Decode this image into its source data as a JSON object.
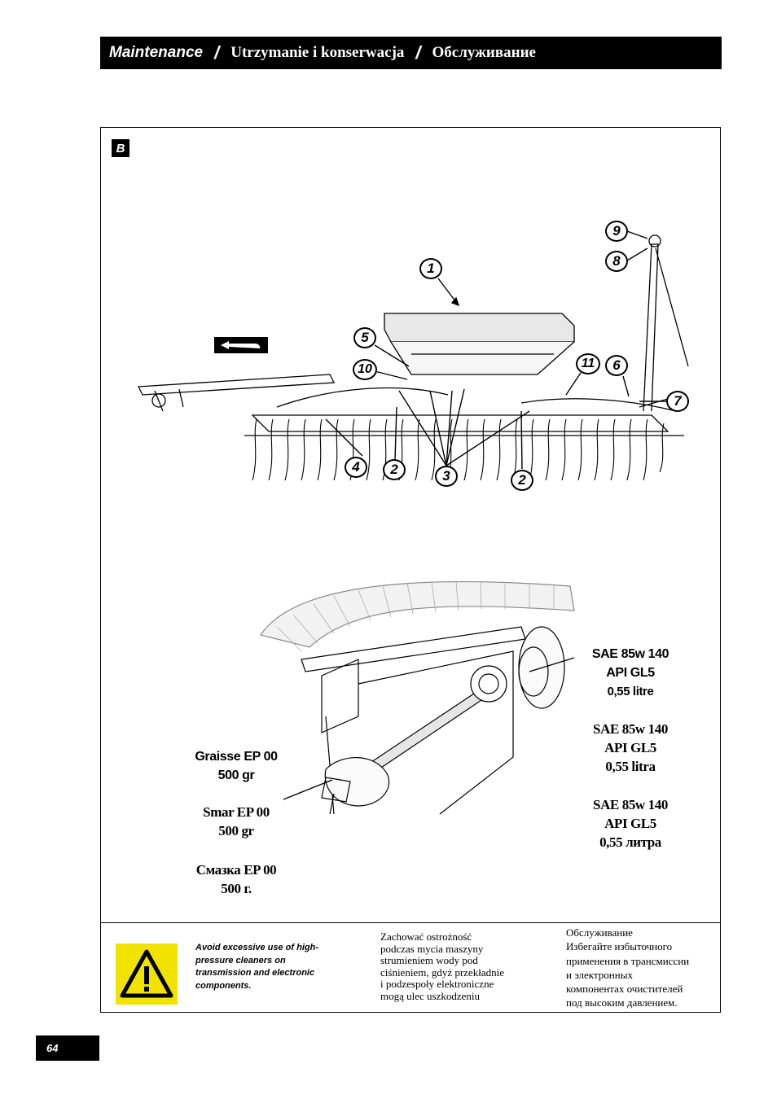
{
  "header": {
    "title_en": "Maintenance",
    "separator": "/",
    "title_pl": "Utrzymanie i konserwacja",
    "title_ru": "Обслуживание"
  },
  "section_label": "B",
  "callouts": [
    "1",
    "2",
    "3",
    "4",
    "5",
    "6",
    "7",
    "8",
    "9",
    "10",
    "11",
    "2"
  ],
  "specs": {
    "gearbox_en": [
      "SAE 85w 140",
      "API GL5",
      "0,55 litre"
    ],
    "gearbox_pl": [
      "SAE 85w 140",
      "API GL5",
      "0,55 litra"
    ],
    "gearbox_ru": [
      "SAE 85w 140",
      "API GL5",
      "0,55 литра"
    ],
    "grease_fr": [
      "Graisse EP 00",
      "500 gr"
    ],
    "grease_pl": [
      "Smar EP 00",
      "500 gr"
    ],
    "grease_ru": [
      "Смазка EP 00",
      "500 г."
    ]
  },
  "warning": {
    "icon": "warning-triangle-icon",
    "icon_color": "#f2e200",
    "en": "Avoid excessive use of high-pressure cleaners on transmission and electronic components.",
    "pl_lines": [
      "Zachować ostrożność",
      "podczas mycia maszyny",
      "strumieniem wody pod",
      "ciśnieniem, gdyż przekładnie",
      "i podzespoły elektroniczne",
      "mogą ulec uszkodzeniu"
    ],
    "ru_lines": [
      "Обслуживание",
      "Избегайте избыточного",
      "применения в трансмиссии",
      "и электронных",
      "компонентах очистителей",
      "под высоким давлением."
    ]
  },
  "page_number": "64"
}
